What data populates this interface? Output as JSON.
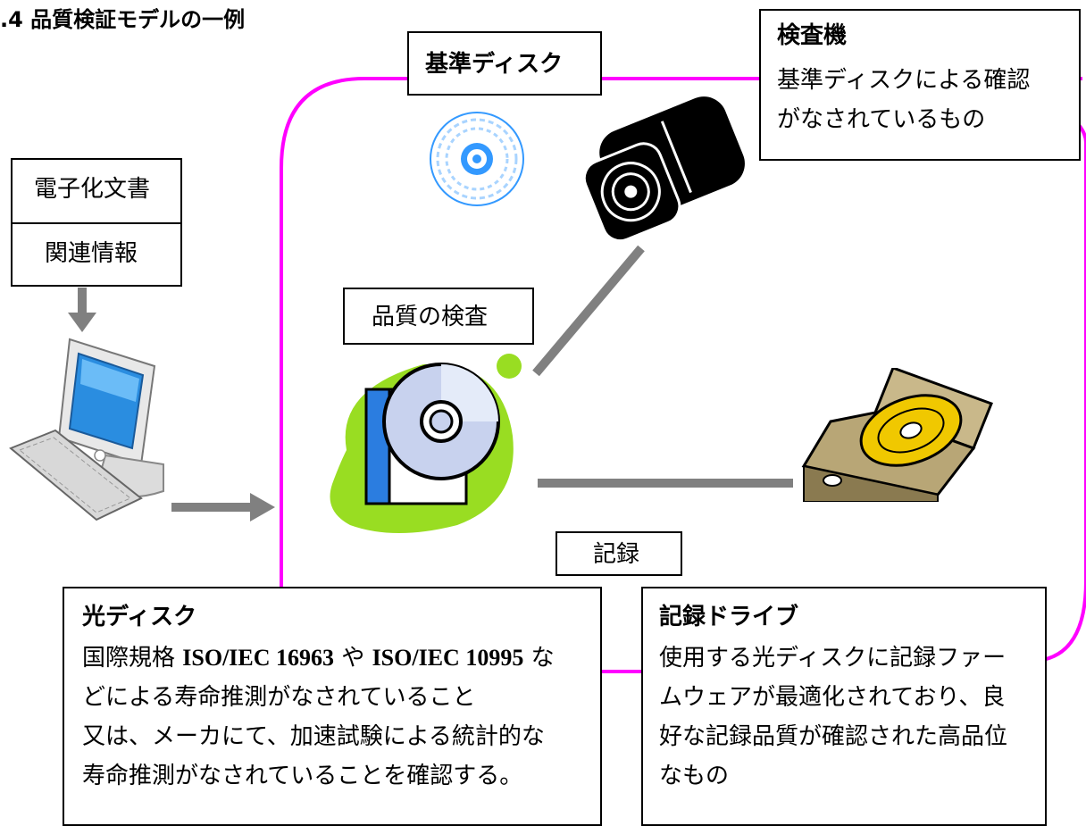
{
  "figure_title": ".4 品質検証モデルの一例",
  "labels": {
    "reference_disc": "基準ディスク",
    "doc_top": "電子化文書",
    "doc_bottom": "関連情報",
    "quality_check": "品質の検査",
    "record": "記録"
  },
  "inspector_box": {
    "heading": "検査機",
    "lines": [
      "基準ディスクによる確認",
      "がなされているもの"
    ]
  },
  "optical_disc_box": {
    "heading": "光ディスク",
    "line1": {
      "a": "国際規格 ",
      "b": "ISO/IEC 16963",
      "c": " や ",
      "d": "ISO/IEC 10995",
      "e": " な"
    },
    "lines": [
      "どによる寿命推測がなされていること",
      "又は、メーカにて、加速試験による統計的な",
      "寿命推測がなされていることを確認する。"
    ]
  },
  "drive_box": {
    "heading": "記録ドライブ",
    "lines": [
      "使用する光ディスクに記録ファー",
      "ムウェアが最適化されており、良",
      "好な記録品質が確認された高品位",
      "なもの"
    ]
  },
  "colors": {
    "loop": "#ff00ff",
    "connector": "#808080",
    "blob": "#99dd22",
    "disc_blue": "#3399ff"
  },
  "icons": [
    "reference-disc-icon",
    "inspection-machine-icon",
    "computer-icon",
    "optical-disc-icon",
    "disc-drive-icon"
  ]
}
